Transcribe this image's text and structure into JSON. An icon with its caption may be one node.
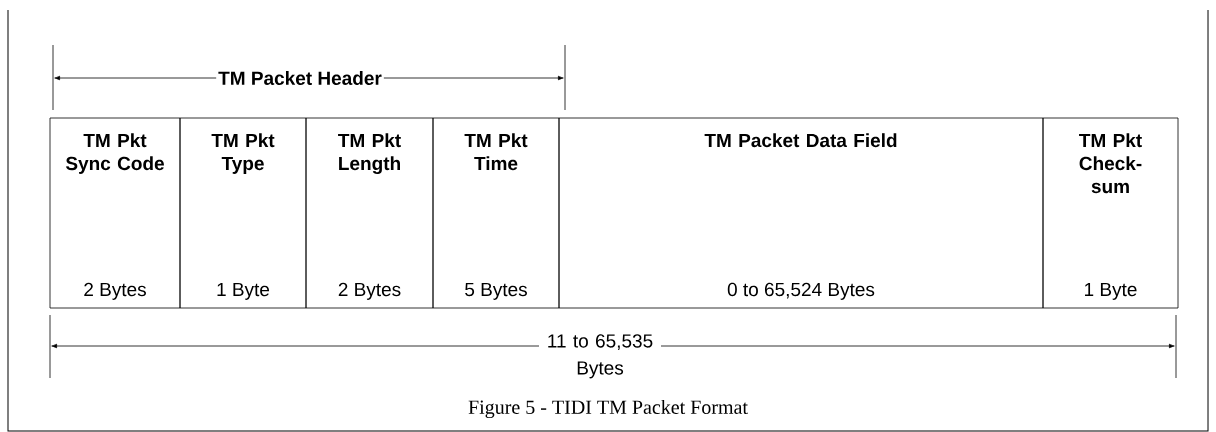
{
  "diagram": {
    "caption": "Figure 5 - TIDI TM Packet Format",
    "nodes": [
      {
        "text": [
          "TM Pkt Sync Code",
          "2 Bytes"
        ]
      },
      {
        "text": [
          "TM Pkt Type",
          "1 Byte"
        ]
      },
      {
        "text": [
          "TM Pkt Length",
          "2 Bytes"
        ]
      },
      {
        "text": [
          "TM Pkt Time",
          "5 Bytes"
        ]
      },
      {
        "text": [
          "TM Packet Data Field",
          "0 to 65,524 Bytes"
        ]
      },
      {
        "text": [
          "TM Pkt Check-sum",
          "1 Byte"
        ]
      }
    ],
    "labels": [
      "TM Packet Header",
      "11 to 65,535 Bytes"
    ]
  }
}
